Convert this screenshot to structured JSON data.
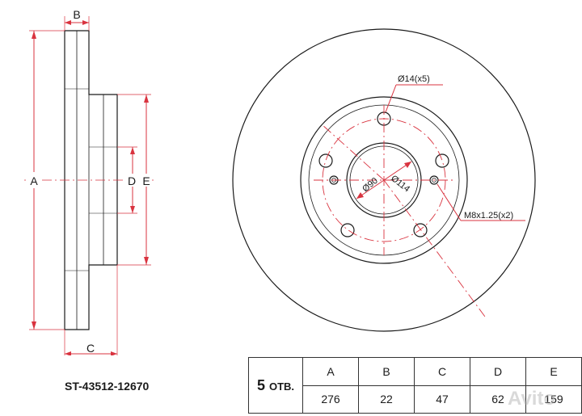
{
  "part_number": "ST-43512-12670",
  "side_view_labels": {
    "a": "A",
    "b": "B",
    "c": "C",
    "d": "D",
    "e": "E"
  },
  "front_view_labels": {
    "bolt_holes": "Ø14(x5)",
    "center_bore": "Ø90",
    "pcd": "Ø114",
    "threaded_holes": "M8x1.25(x2)"
  },
  "spec_table": {
    "holes_count": "5",
    "holes_label": "ОТВ.",
    "headers": [
      "A",
      "B",
      "C",
      "D",
      "E"
    ],
    "values": [
      "276",
      "22",
      "47",
      "62",
      "159"
    ]
  },
  "watermark": "Avito",
  "colors": {
    "line": "#1a1a1a",
    "center_line": "#d9333f",
    "table_border": "#333333"
  }
}
